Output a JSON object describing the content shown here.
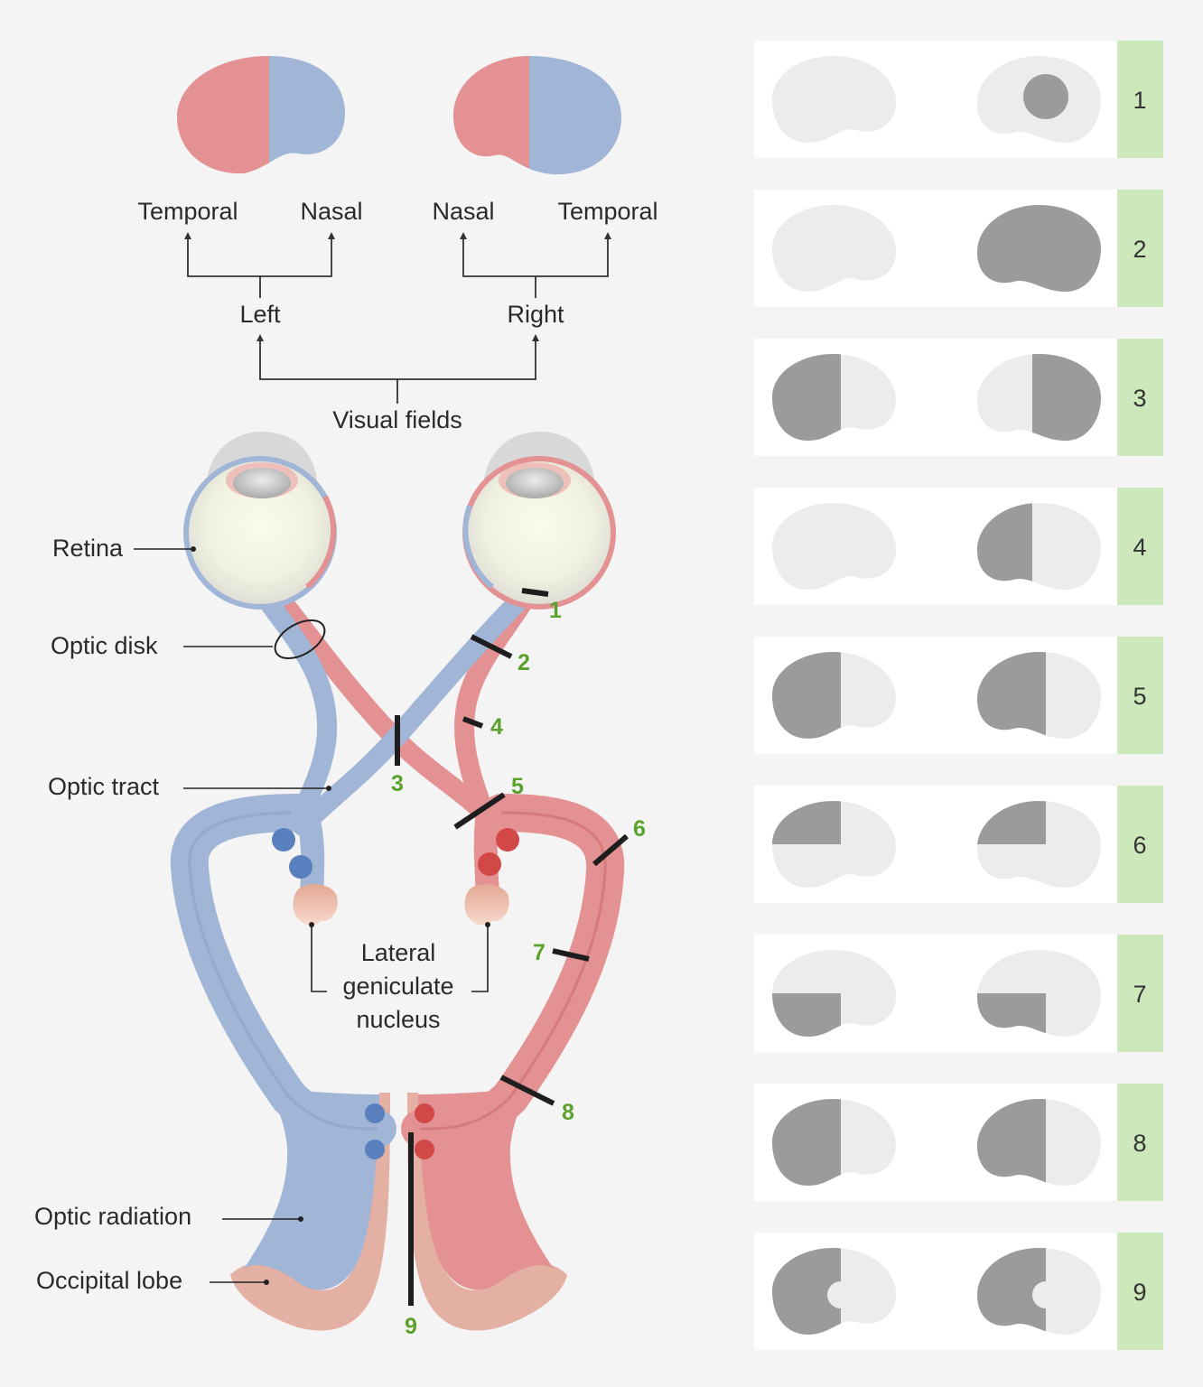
{
  "colors": {
    "background": "#f4f4f4",
    "temporal_red": "#e39192",
    "nasal_blue": "#a1b5d6",
    "deficit_gray": "#9b9b9b",
    "field_light": "#ececec",
    "panel_white": "#ffffff",
    "index_green": "#cde9bb",
    "lesion_number_green": "#5aa22c"
  },
  "visual_fields": {
    "root_label": "Visual fields",
    "left": {
      "label": "Left",
      "temporal_label": "Temporal",
      "nasal_label": "Nasal"
    },
    "right": {
      "label": "Right",
      "nasal_label": "Nasal",
      "temporal_label": "Temporal"
    }
  },
  "structures": {
    "retina": "Retina",
    "optic_disk": "Optic disk",
    "optic_tract": "Optic tract",
    "lgn_line1": "Lateral",
    "lgn_line2": "geniculate",
    "lgn_line3": "nucleus",
    "optic_radiation": "Optic radiation",
    "occipital_lobe": "Occipital lobe"
  },
  "lesion_markers": [
    "1",
    "2",
    "3",
    "4",
    "5",
    "6",
    "7",
    "8",
    "9"
  ],
  "deficit_panels": [
    {
      "number": "1",
      "left_eye": "none",
      "right_eye": "central-scotoma"
    },
    {
      "number": "2",
      "left_eye": "none",
      "right_eye": "full"
    },
    {
      "number": "3",
      "left_eye": "temporal-half",
      "right_eye": "temporal-half"
    },
    {
      "number": "4",
      "left_eye": "none",
      "right_eye": "nasal-half"
    },
    {
      "number": "5",
      "left_eye": "left-half",
      "right_eye": "left-half"
    },
    {
      "number": "6",
      "left_eye": "upper-left-quadrant",
      "right_eye": "upper-left-quadrant"
    },
    {
      "number": "7",
      "left_eye": "lower-left-quadrant",
      "right_eye": "lower-left-quadrant"
    },
    {
      "number": "8",
      "left_eye": "left-half",
      "right_eye": "left-half"
    },
    {
      "number": "9",
      "left_eye": "left-half-macular-sparing",
      "right_eye": "left-half-macular-sparing"
    }
  ]
}
